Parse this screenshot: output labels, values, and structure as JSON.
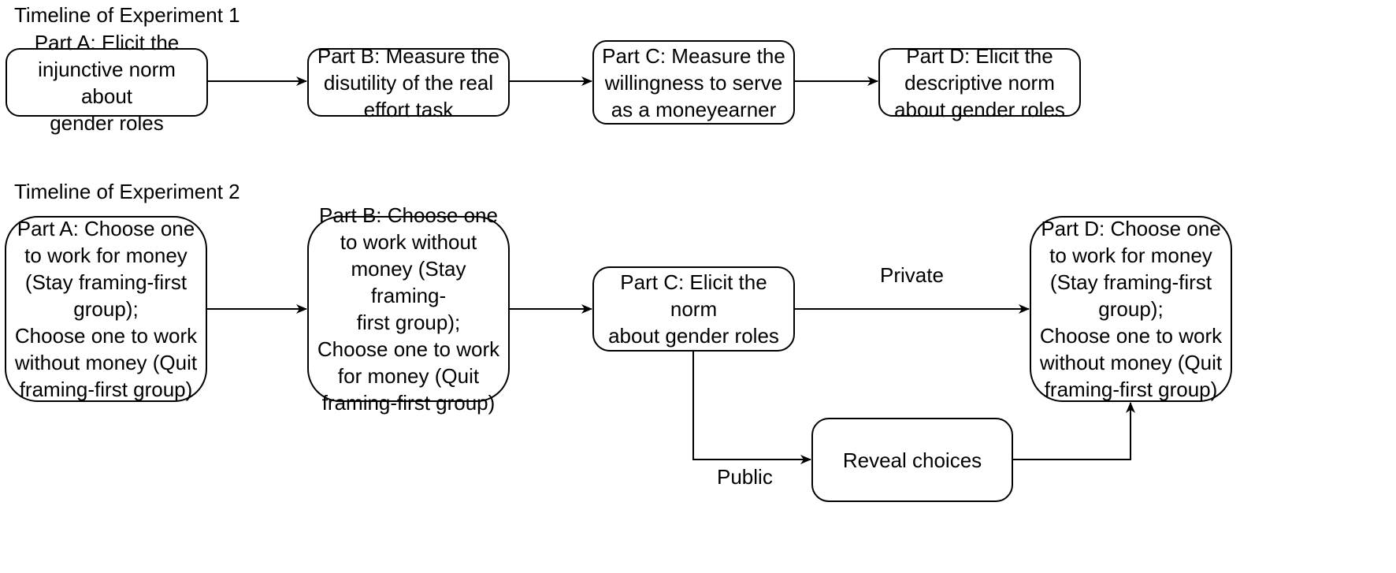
{
  "experiment1": {
    "title": "Timeline of Experiment 1",
    "steps": [
      {
        "label": "Part A: Elicit the\ninjunctive norm about\ngender roles"
      },
      {
        "label": "Part B: Measure the\ndisutility of the real\neffort task"
      },
      {
        "label": "Part C: Measure the\nwillingness to serve\nas a moneyearner"
      },
      {
        "label": "Part D: Elicit the\ndescriptive norm\nabout gender roles"
      }
    ]
  },
  "experiment2": {
    "title": "Timeline of Experiment 2",
    "steps": [
      {
        "label": "Part A: Choose one\nto work for money\n(Stay framing-first\ngroup);\nChoose one to work\nwithout money (Quit\nframing-first group)"
      },
      {
        "label": "Part B: Choose one\nto work without\nmoney (Stay framing-\nfirst group);\nChoose one to work\nfor money (Quit\nframing-first group)"
      },
      {
        "label": "Part C: Elicit the norm\nabout gender roles"
      },
      {
        "label": "Part D: Choose one\nto work for money\n(Stay framing-first\ngroup);\nChoose one to work\nwithout money (Quit\nframing-first group)"
      },
      {
        "label": "Reveal choices"
      }
    ],
    "edge_labels": {
      "private": "Private",
      "public": "Public"
    }
  }
}
